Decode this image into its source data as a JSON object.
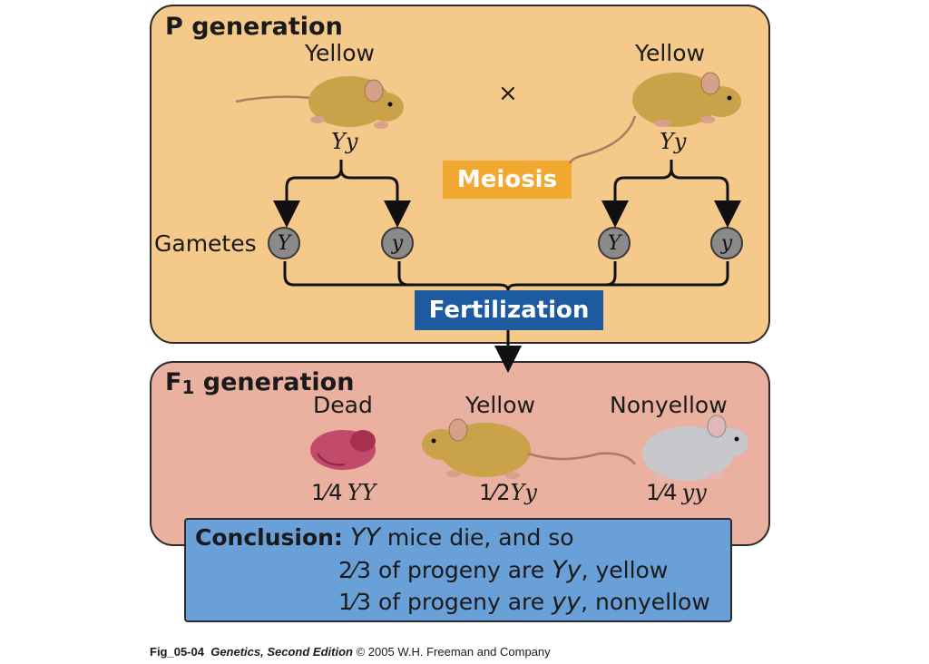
{
  "p_panel": {
    "title": "P generation",
    "left_parent": {
      "phenotype": "Yellow",
      "genotype": "Yy"
    },
    "right_parent": {
      "phenotype": "Yellow",
      "genotype": "Yy"
    },
    "cross_symbol": "×",
    "meiosis_label": "Meiosis",
    "gametes_label": "Gametes",
    "gametes": [
      "Y",
      "y",
      "Y",
      "y"
    ],
    "fertilization_label": "Fertilization"
  },
  "f1_panel": {
    "title_prefix": "F",
    "title_sub": "1",
    "title_suffix": " generation",
    "offspring": [
      {
        "phenotype": "Dead",
        "fraction": "1⁄4",
        "genotype": "YY"
      },
      {
        "phenotype": "Yellow",
        "fraction": "1⁄2",
        "genotype": "Yy"
      },
      {
        "phenotype": "Nonyellow",
        "fraction": "1⁄4",
        "genotype": "yy"
      }
    ]
  },
  "conclusion": {
    "label": "Conclusion:",
    "line1_geno": "YY",
    "line1_text": " mice die, and so",
    "line2_frac": "2⁄3",
    "line2_text": " of progeny are ",
    "line2_geno": "Yy",
    "line2_tail": ", yellow",
    "line3_frac": "1⁄3",
    "line3_text": " of progeny are ",
    "line3_geno": "yy",
    "line3_tail": ", nonyellow"
  },
  "caption": {
    "fig": "Fig_05-04",
    "book": "Genetics, Second Edition",
    "copyright": "© 2005 W.H. Freeman and Company"
  },
  "colors": {
    "p_panel_bg": "#f4c98a",
    "f1_panel_bg": "#eab0a0",
    "meiosis_bg": "#f0a830",
    "fertilization_bg": "#1e5aa0",
    "conclusion_bg": "#6aa0d8",
    "gamete_fill": "#8a8a8a",
    "yellow_mouse": "#c9a24a",
    "nonyellow_mouse": "#c8c8cc",
    "dead_embryo": "#c24a6a"
  }
}
